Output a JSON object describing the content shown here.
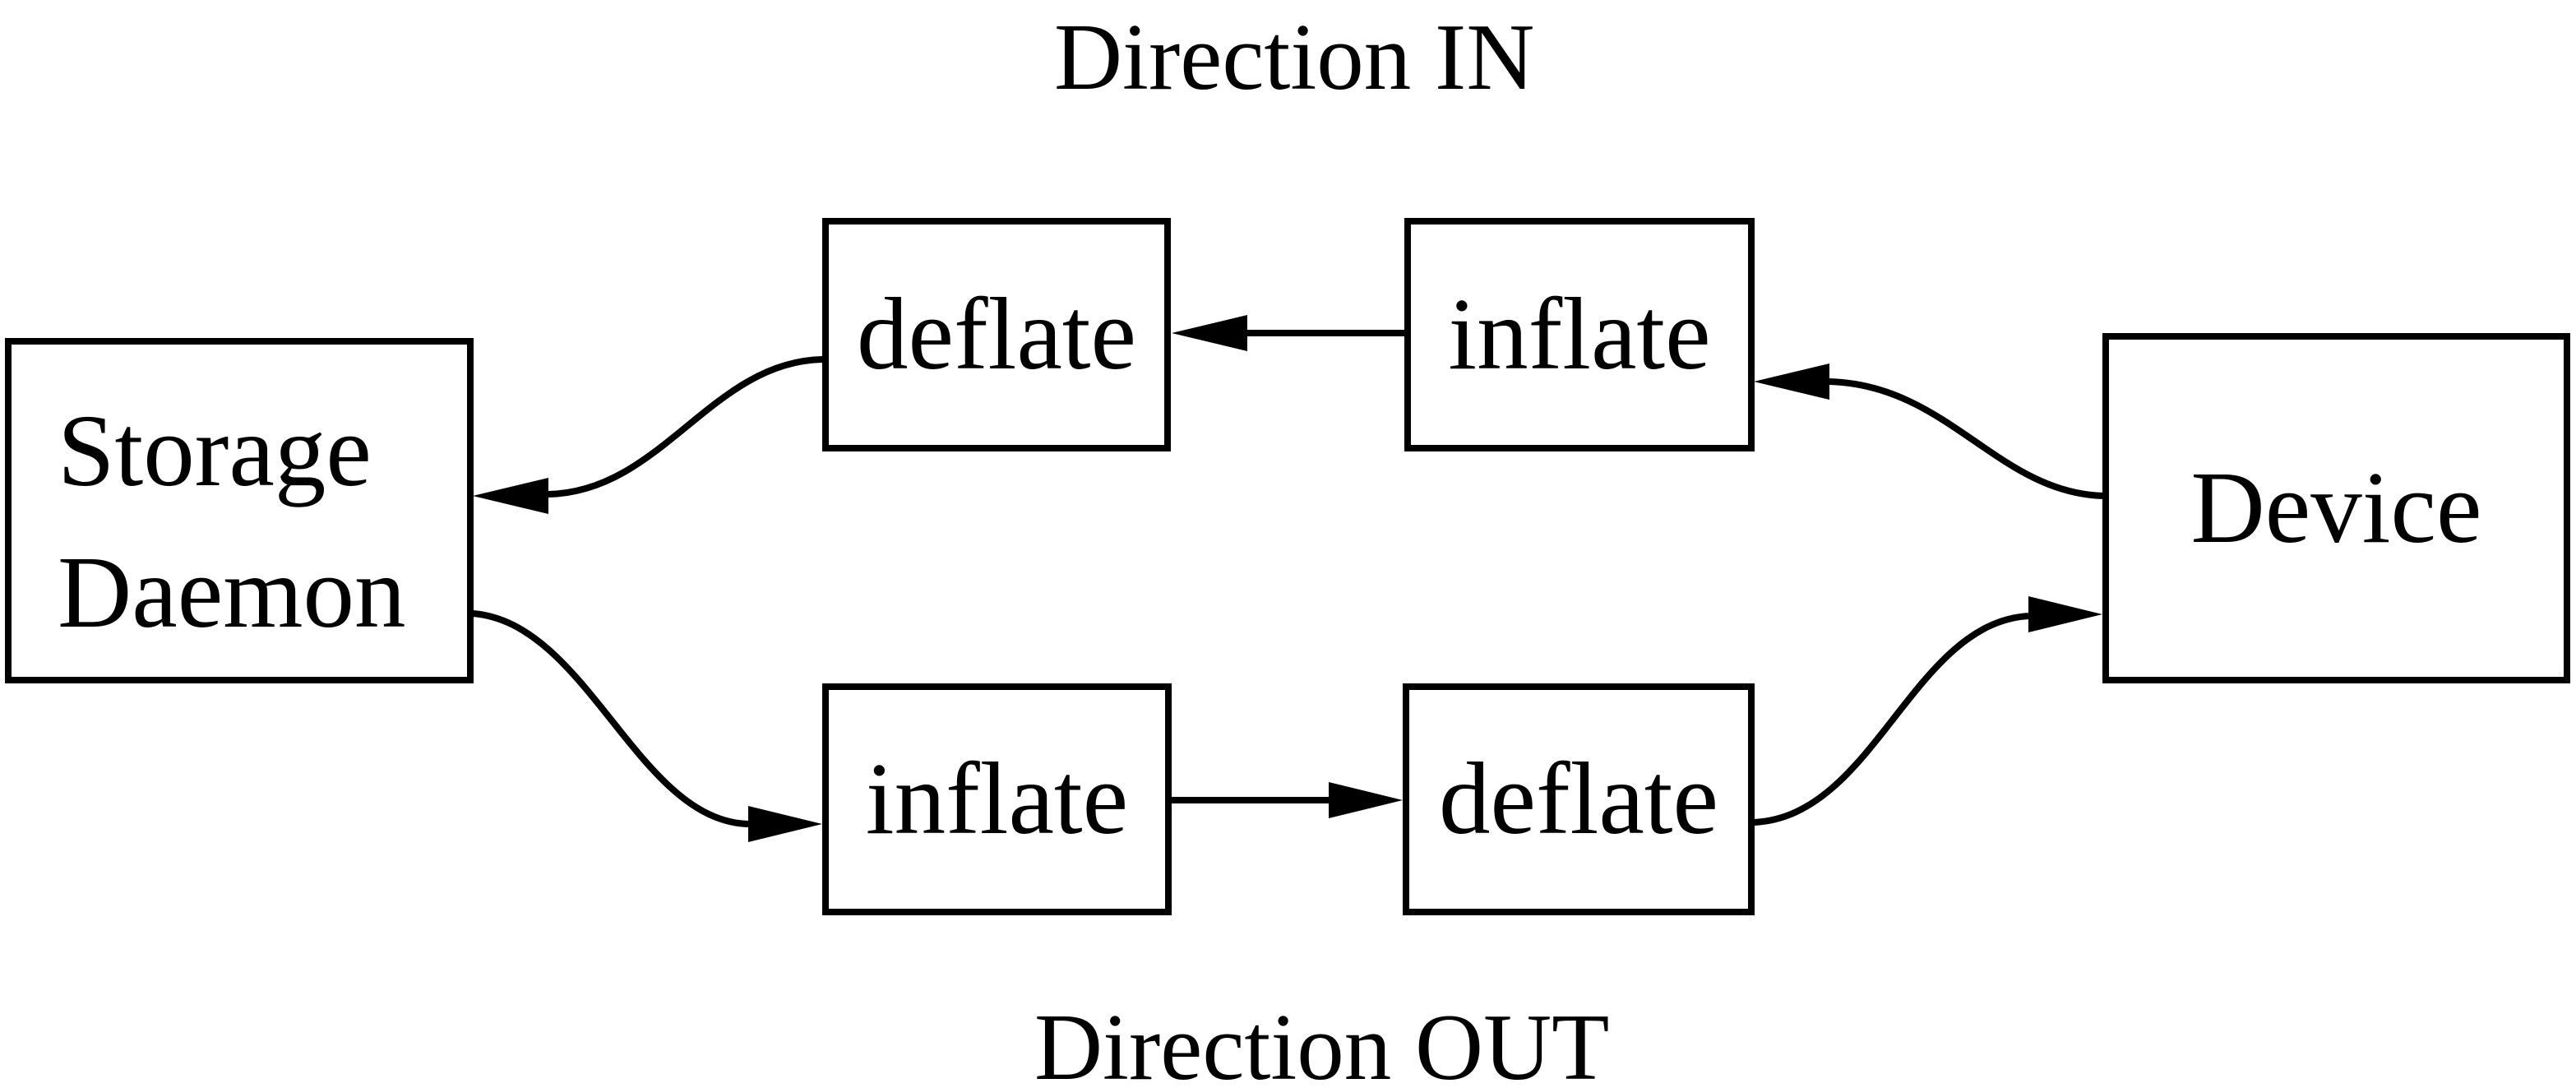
{
  "diagram": {
    "title_top": "Direction IN",
    "title_bottom": "Direction OUT",
    "colors": {
      "stroke": "#000000",
      "node_fill": "#ffffff",
      "background": "#ffffff",
      "text": "#000000"
    },
    "nodes": {
      "storage_daemon": {
        "label_line1": "Storage",
        "label_line2": "Daemon"
      },
      "deflate_in": {
        "label": "deflate"
      },
      "inflate_in": {
        "label": "inflate"
      },
      "inflate_out": {
        "label": "inflate"
      },
      "deflate_out": {
        "label": "deflate"
      },
      "device": {
        "label": "Device"
      }
    },
    "edges": [
      {
        "name": "device-to-inflate",
        "direction": "IN",
        "from": "Device",
        "to": "inflate (IN)"
      },
      {
        "name": "inflate-to-deflate",
        "direction": "IN",
        "from": "inflate (IN)",
        "to": "deflate (IN)"
      },
      {
        "name": "deflate-to-storage",
        "direction": "IN",
        "from": "deflate (IN)",
        "to": "Storage Daemon"
      },
      {
        "name": "storage-to-inflate",
        "direction": "OUT",
        "from": "Storage Daemon",
        "to": "inflate (OUT)"
      },
      {
        "name": "inflate-to-deflate",
        "direction": "OUT",
        "from": "inflate (OUT)",
        "to": "deflate (OUT)"
      },
      {
        "name": "deflate-to-device",
        "direction": "OUT",
        "from": "deflate (OUT)",
        "to": "Device"
      }
    ]
  }
}
